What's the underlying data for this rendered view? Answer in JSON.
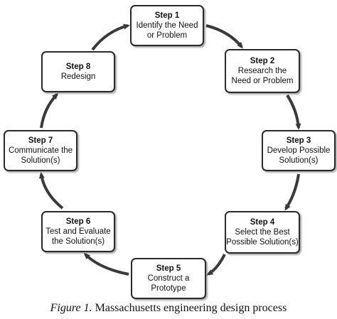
{
  "steps": [
    {
      "title": "Step 1",
      "text": "Identify the Need\nor Problem"
    },
    {
      "title": "Step 2",
      "text": "Research the\nNeed or Problem"
    },
    {
      "title": "Step 3",
      "text": "Develop Possible\nSolution(s)"
    },
    {
      "title": "Step 4",
      "text": "Select the Best\nPossible Solution(s)"
    },
    {
      "title": "Step 5",
      "text": "Construct a\nPrototype"
    },
    {
      "title": "Step 6",
      "text": "Test and Evaluate\nthe Solution(s)"
    },
    {
      "title": "Step 7",
      "text": "Communicate the\nSolution(s)"
    },
    {
      "title": "Step 8",
      "text": "Redesign"
    }
  ],
  "caption": {
    "label": "Figure 1.",
    "text": " Massachusetts engineering design process"
  },
  "colors": {
    "arrow": "#3a3a3a",
    "box_border": "#2a2a2a"
  }
}
